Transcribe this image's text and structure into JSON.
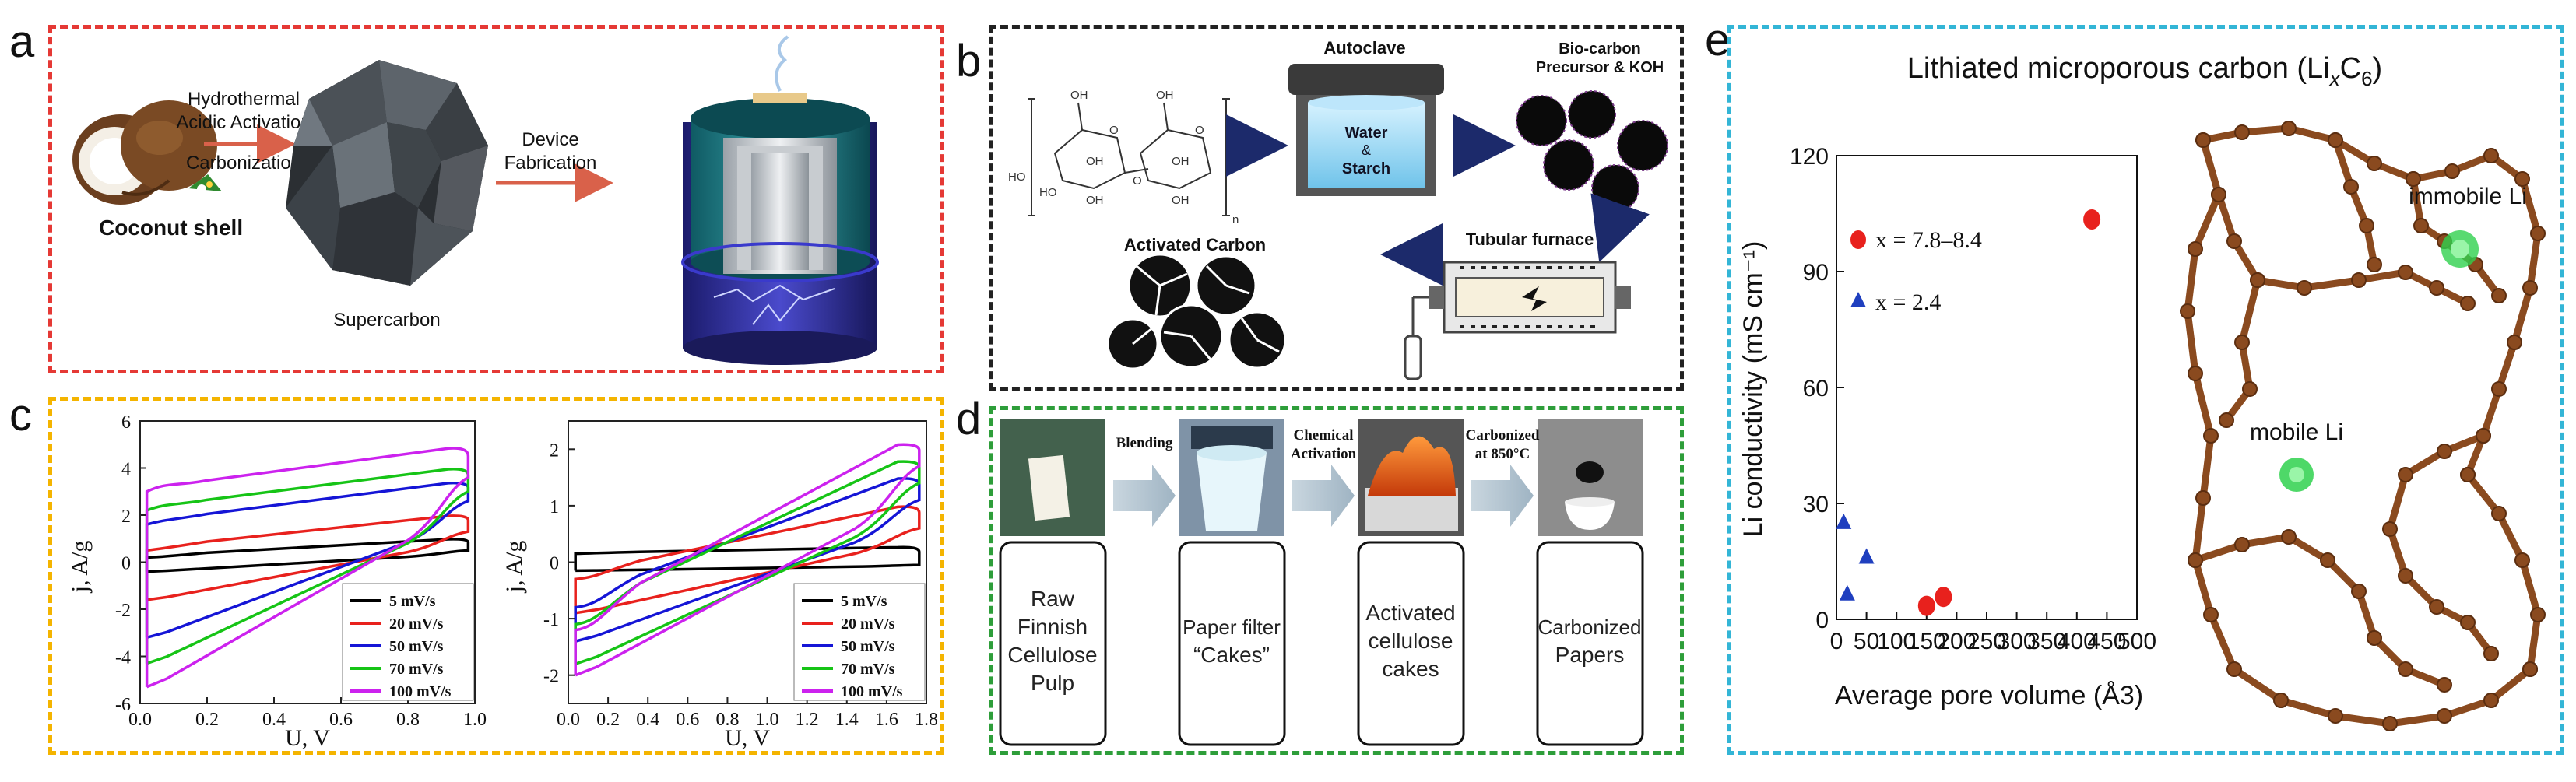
{
  "panel_labels": {
    "a": "a",
    "b": "b",
    "c": "c",
    "d": "d",
    "e": "e"
  },
  "colors": {
    "red": "#e53935",
    "black": "#222222",
    "yellow": "#f4b400",
    "green": "#2e9e3a",
    "cyan": "#33b5d6"
  },
  "panel_a": {
    "coconut_label": "Coconut shell",
    "step1_line1": "Hydrothermal",
    "step1_line2": "Acidic Activation",
    "step1_line3": "Carbonization",
    "supercarbon_label": "Supercarbon",
    "step2_line1": "Device",
    "step2_line2": "Fabrication"
  },
  "panel_b": {
    "autoclave_label": "Autoclave",
    "water_line1": "Water",
    "water_line2": "&",
    "water_line3": "Starch",
    "precursor_line1": "Bio-carbon",
    "precursor_line2": "Precursor & KOH",
    "furnace_label": "Tubular furnace",
    "activated_label": "Activated Carbon",
    "oh_labels": [
      "OH",
      "OH",
      "OH",
      "OH",
      "OH",
      "OH",
      "HO",
      "HO",
      "O",
      "O",
      "O",
      "n"
    ]
  },
  "panel_c": {
    "charts": [
      {
        "xlabel": "U, V",
        "ylabel": "j, A/g",
        "xticks": [
          "0.0",
          "0.2",
          "0.4",
          "0.6",
          "0.8",
          "1.0"
        ],
        "yticks": [
          "-6",
          "-4",
          "-2",
          "0",
          "2",
          "4",
          "6"
        ]
      },
      {
        "xlabel": "U, V",
        "ylabel": "j, A/g",
        "xticks": [
          "0.0",
          "0.2",
          "0.4",
          "0.6",
          "0.8",
          "1.0",
          "1.2",
          "1.4",
          "1.6",
          "1.8"
        ],
        "yticks": [
          "-2",
          "-1",
          "0",
          "1",
          "2"
        ]
      }
    ],
    "legend": [
      "5 mV/s",
      "20 mV/s",
      "50 mV/s",
      "70 mV/s",
      "100 mV/s"
    ]
  },
  "panel_d": {
    "arrow1": "Blending",
    "arrow2_line1": "Chemical",
    "arrow2_line2": "Activation",
    "arrow3_line1": "Carbonized",
    "arrow3_line2": "at 850°C",
    "captions": [
      [
        "Raw",
        "Finnish",
        "Cellulose",
        "Pulp"
      ],
      [
        "Paper filter",
        "“Cakes”"
      ],
      [
        "Activated",
        "cellulose",
        "cakes"
      ],
      [
        "Carbonized",
        "Papers"
      ]
    ]
  },
  "panel_e": {
    "title_prefix": "Lithiated microporous carbon (Li",
    "title_sub1": "x",
    "title_mid": "C",
    "title_sub2": "6",
    "title_suffix": ")",
    "immobile_label": "immobile Li",
    "mobile_label": "mobile Li"
  },
  "chart_data": [
    {
      "type": "line",
      "xlabel": "U, V",
      "ylabel": "j, A/g",
      "xlim": [
        0,
        1.0
      ],
      "ylim": [
        -6,
        6
      ],
      "xticks": [
        0,
        0.2,
        0.4,
        0.6,
        0.8,
        1.0
      ],
      "yticks": [
        -6,
        -4,
        -2,
        0,
        2,
        4,
        6
      ],
      "legend_position": "bottom-right",
      "series": [
        {
          "name": "5 mV/s",
          "color": "#000000",
          "upper_left": 0.2,
          "upper_right": 1.0,
          "lower_left": -0.4,
          "lower_right": 0.5
        },
        {
          "name": "20 mV/s",
          "color": "#e8211d",
          "upper_left": 0.5,
          "upper_right": 2.0,
          "lower_left": -1.6,
          "lower_right": 1.3
        },
        {
          "name": "50 mV/s",
          "color": "#1515d6",
          "upper_left": 1.6,
          "upper_right": 3.4,
          "lower_left": -3.2,
          "lower_right": 2.6
        },
        {
          "name": "70 mV/s",
          "color": "#16c416",
          "upper_left": 2.2,
          "upper_right": 4.0,
          "lower_left": -4.3,
          "lower_right": 3.0
        },
        {
          "name": "100 mV/s",
          "color": "#cc22ee",
          "upper_left": 3.0,
          "upper_right": 4.9,
          "lower_left": -5.3,
          "lower_right": 3.6
        }
      ]
    },
    {
      "type": "line",
      "xlabel": "U, V",
      "ylabel": "j, A/g",
      "xlim": [
        0,
        1.8
      ],
      "ylim": [
        -2.5,
        2.5
      ],
      "xticks": [
        0.0,
        0.2,
        0.4,
        0.6,
        0.8,
        1.0,
        1.2,
        1.4,
        1.6,
        1.8
      ],
      "yticks": [
        -2,
        -1,
        0,
        1,
        2
      ],
      "legend_position": "bottom-right",
      "series": [
        {
          "name": "5 mV/s",
          "color": "#000000",
          "upper_left": 0.15,
          "upper_right": 0.28,
          "lower_left": -0.15,
          "lower_right": -0.05
        },
        {
          "name": "20 mV/s",
          "color": "#e8211d",
          "upper_left": -0.3,
          "upper_right": 1.0,
          "lower_left": -0.9,
          "lower_right": 0.6
        },
        {
          "name": "50 mV/s",
          "color": "#1515d6",
          "upper_left": -0.8,
          "upper_right": 1.5,
          "lower_left": -1.4,
          "lower_right": 1.1
        },
        {
          "name": "70 mV/s",
          "color": "#16c416",
          "upper_left": -1.1,
          "upper_right": 1.8,
          "lower_left": -1.8,
          "lower_right": 1.4
        },
        {
          "name": "100 mV/s",
          "color": "#cc22ee",
          "upper_left": -1.2,
          "upper_right": 2.1,
          "lower_left": -2.0,
          "lower_right": 1.7
        }
      ]
    },
    {
      "type": "scatter",
      "xlabel": "Average pore volume (Å3)",
      "ylabel": "Li conductivity (mS cm⁻¹)",
      "xlim": [
        0,
        500
      ],
      "ylim": [
        0,
        120
      ],
      "xticks": [
        0,
        50,
        100,
        150,
        200,
        250,
        300,
        350,
        400,
        450,
        500
      ],
      "yticks": [
        0,
        30,
        60,
        90,
        120
      ],
      "legend_position": "top-left",
      "series": [
        {
          "name": "x = 7.8–8.4",
          "marker": "circle",
          "color": "#e8211d",
          "points": [
            [
              150,
              3.5
            ],
            [
              178,
              5.8
            ],
            [
              425,
              103.5
            ]
          ]
        },
        {
          "name": "x = 2.4",
          "marker": "triangle",
          "color": "#1f3fbf",
          "points": [
            [
              12,
              25
            ],
            [
              18,
              6.5
            ],
            [
              50,
              16
            ]
          ]
        }
      ]
    }
  ]
}
